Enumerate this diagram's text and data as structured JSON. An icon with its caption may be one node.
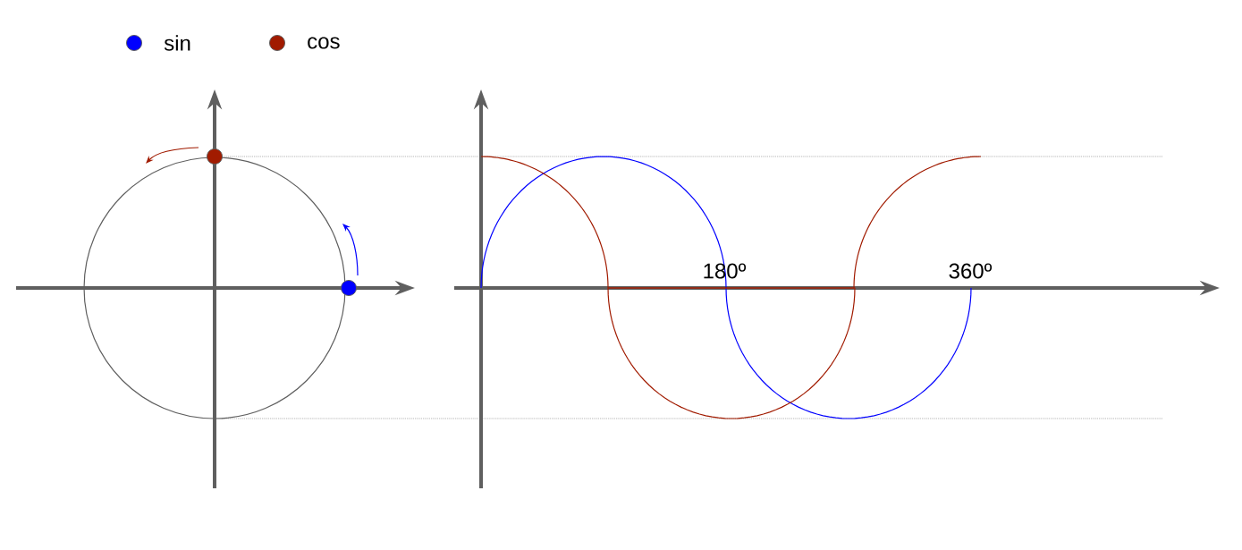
{
  "diagram": {
    "labels": [
      "180º",
      "360º"
    ],
    "legend": [
      {
        "text": "sin",
        "color": "#0000ff"
      },
      {
        "text": "cos",
        "color": "#a11b00"
      }
    ]
  }
}
